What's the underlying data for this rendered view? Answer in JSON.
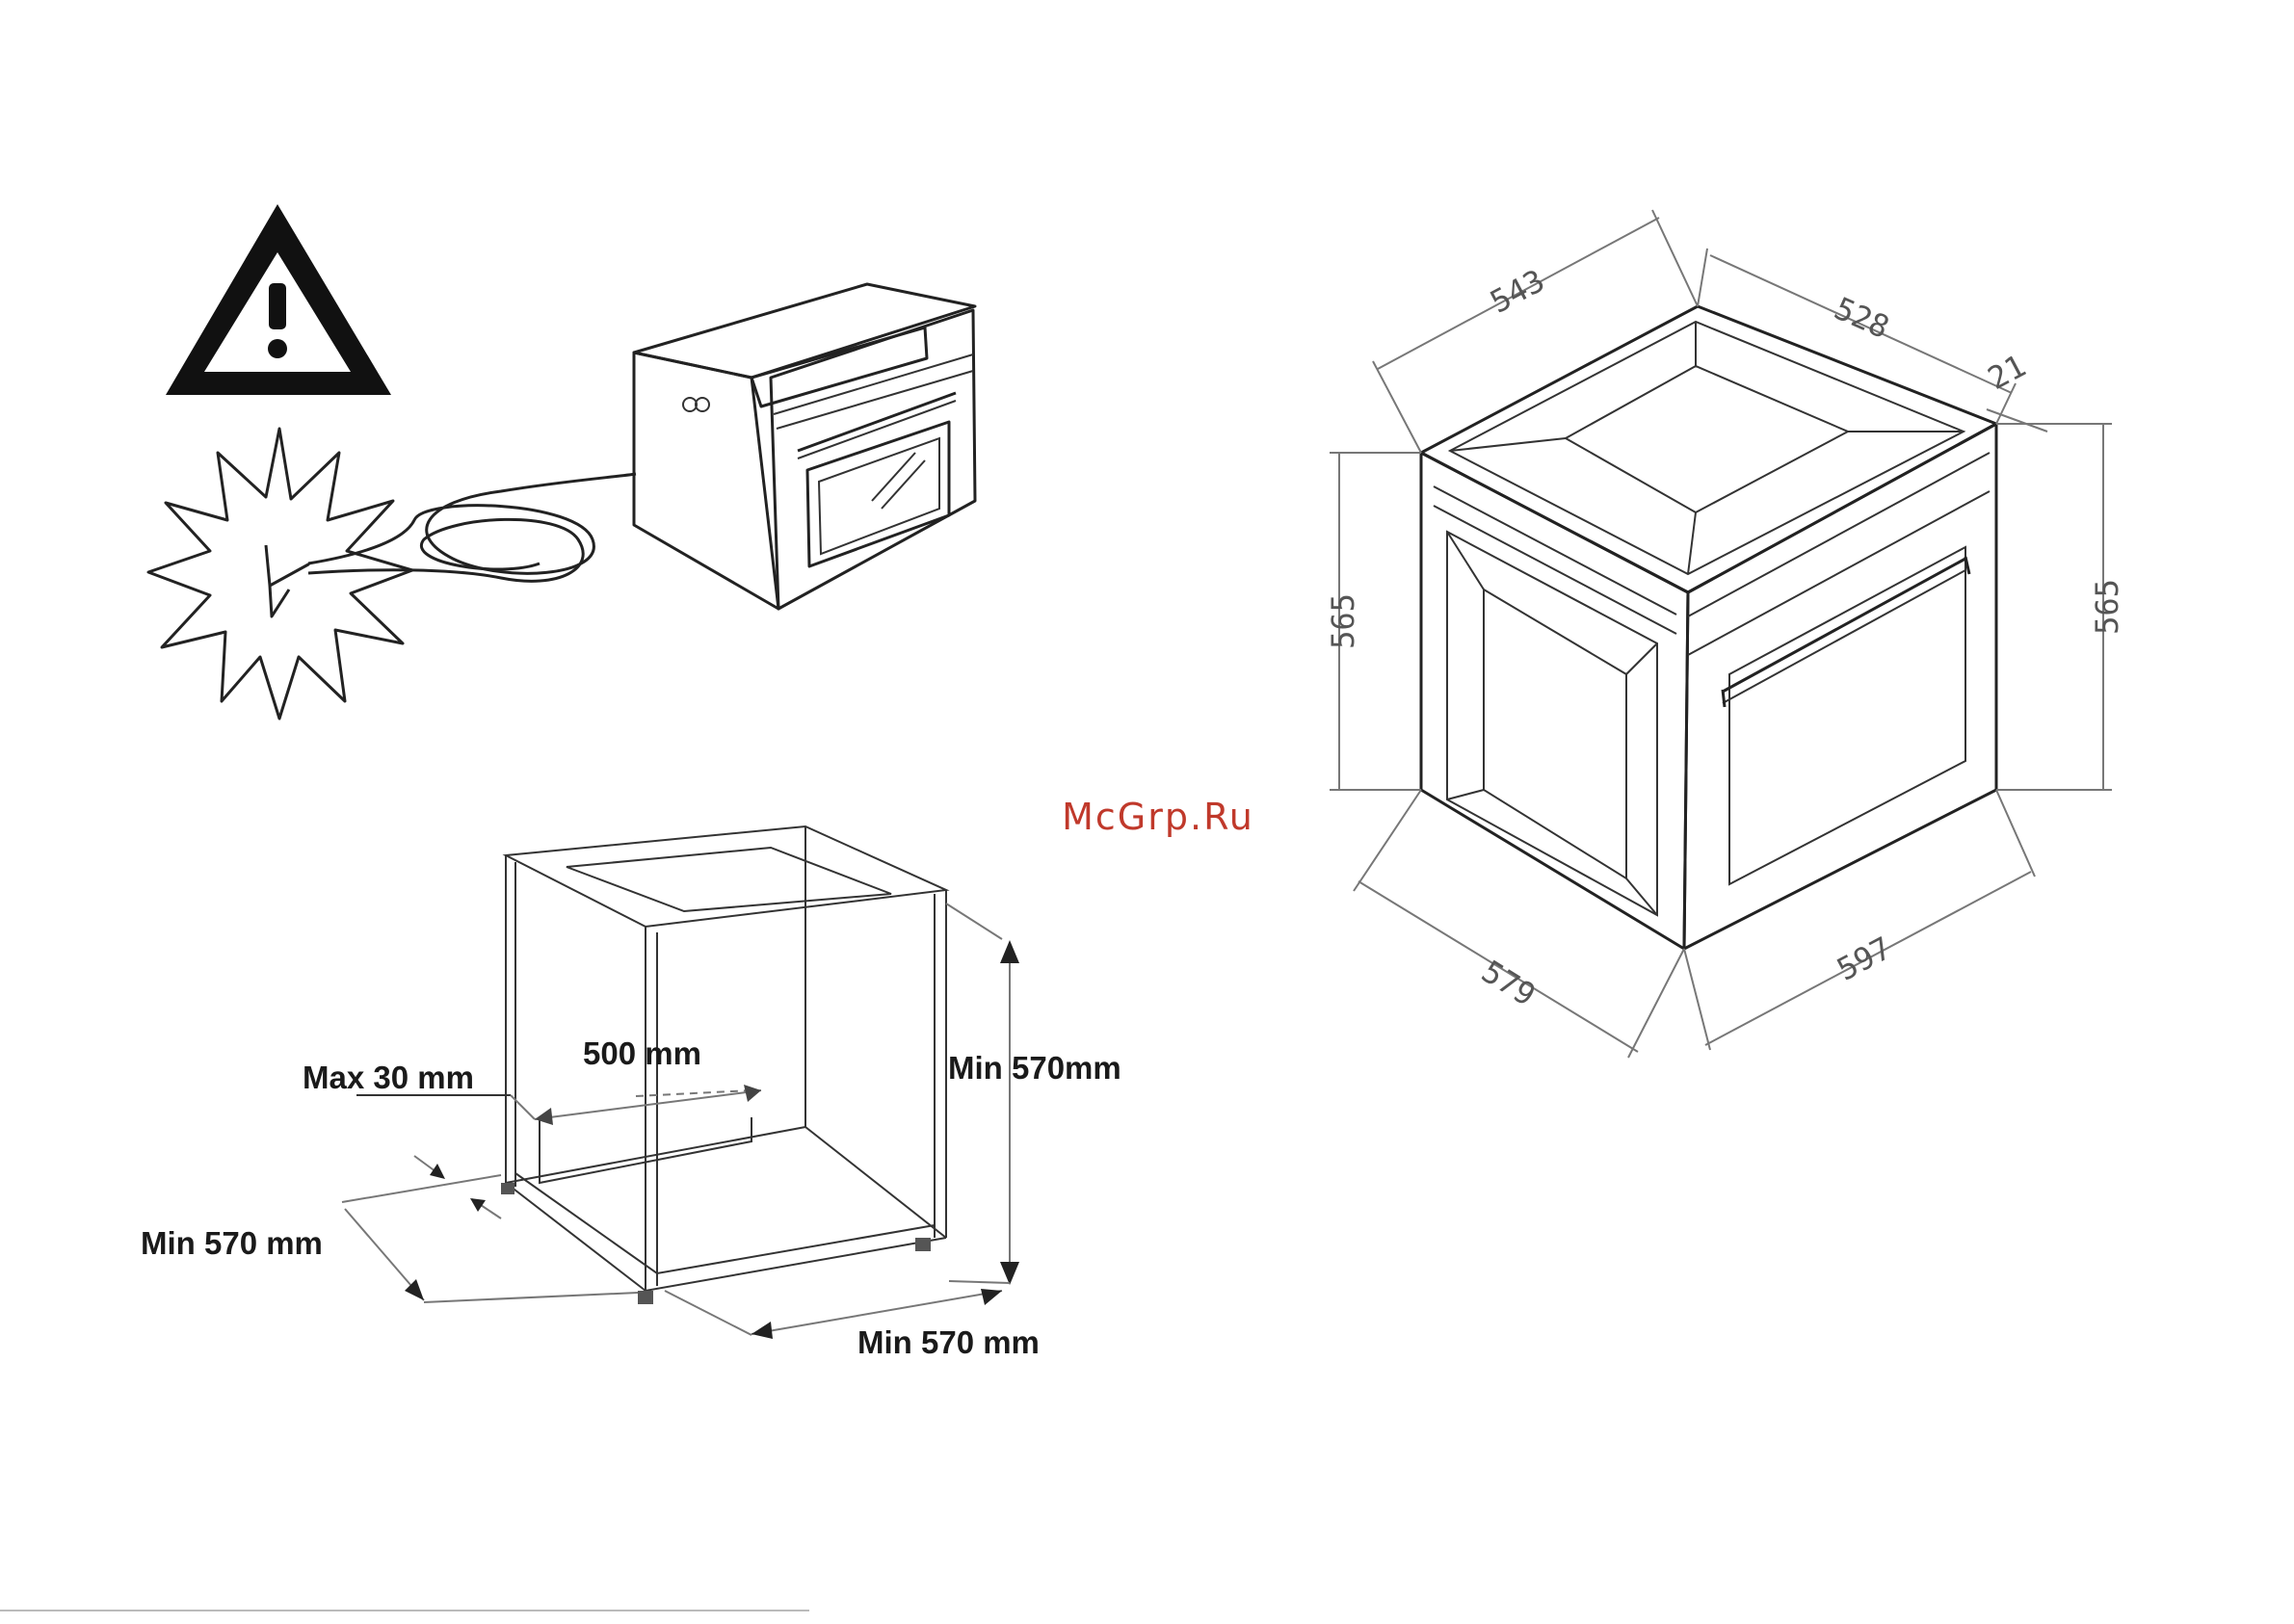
{
  "watermark": "McGrp.Ru",
  "install_labels": {
    "max_gap": "Max 30 mm",
    "depth": "500 mm",
    "height": "Min 570mm",
    "width_left": "Min 570 mm",
    "width_bottom": "Min 570 mm"
  },
  "oven_dimensions": {
    "top_left": "543",
    "top_right": "528",
    "front_thickness": "21",
    "height_left": "565",
    "height_right": "565",
    "bottom_left": "579",
    "bottom_right": "597"
  },
  "icons": [
    "warning-triangle-icon",
    "electric-shock-icon",
    "oven-icon"
  ]
}
